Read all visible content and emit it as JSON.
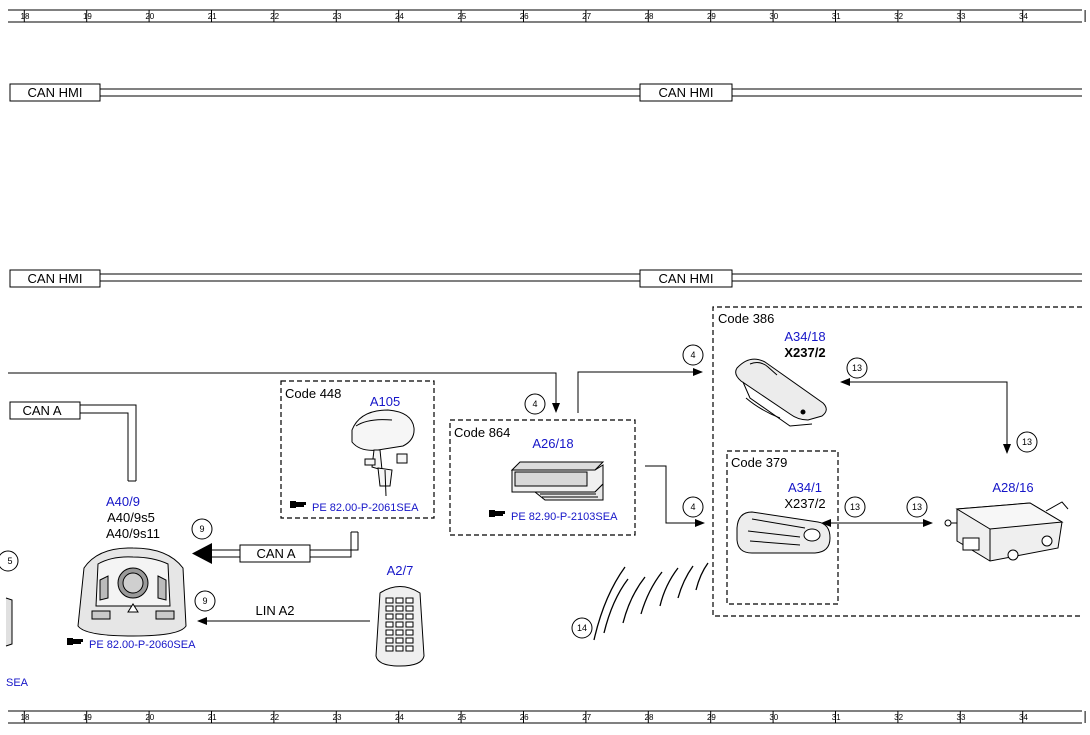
{
  "ruler": {
    "numbers": [
      "18",
      "19",
      "20",
      "21",
      "22",
      "23",
      "24",
      "25",
      "26",
      "27",
      "28",
      "29",
      "30",
      "31",
      "32",
      "33",
      "34"
    ]
  },
  "buses": {
    "can_hmi_label": "CAN HMI",
    "can_a_label": "CAN A",
    "lin_a2_label": "LIN A2"
  },
  "boxes": {
    "code_448": "Code 448",
    "code_864": "Code 864",
    "code_386": "Code 386",
    "code_379": "Code 379"
  },
  "components": {
    "a105": "A105",
    "a26_18": "A26/18",
    "a34_18": "A34/18",
    "x237_2_a": "X237/2",
    "a34_1": "A34/1",
    "x237_2_b": "X237/2",
    "a28_16": "A28/16",
    "a40_9": "A40/9",
    "a40_9s5": "A40/9s5",
    "a40_9s11": "A40/9s11",
    "a2_7": "A2/7"
  },
  "refs": {
    "ref_a105": "PE 82.00-P-2061SEA",
    "ref_a26_18": "PE 82.90-P-2103SEA",
    "ref_a40_9": "PE 82.00-P-2060SEA",
    "ref_left_partial": "SEA"
  },
  "markers": {
    "m4": "4",
    "m9": "9",
    "m13": "13",
    "m14": "14",
    "m5": "5"
  },
  "colors": {
    "line": "#000000",
    "component_id": "#1515c8",
    "background": "#ffffff"
  }
}
